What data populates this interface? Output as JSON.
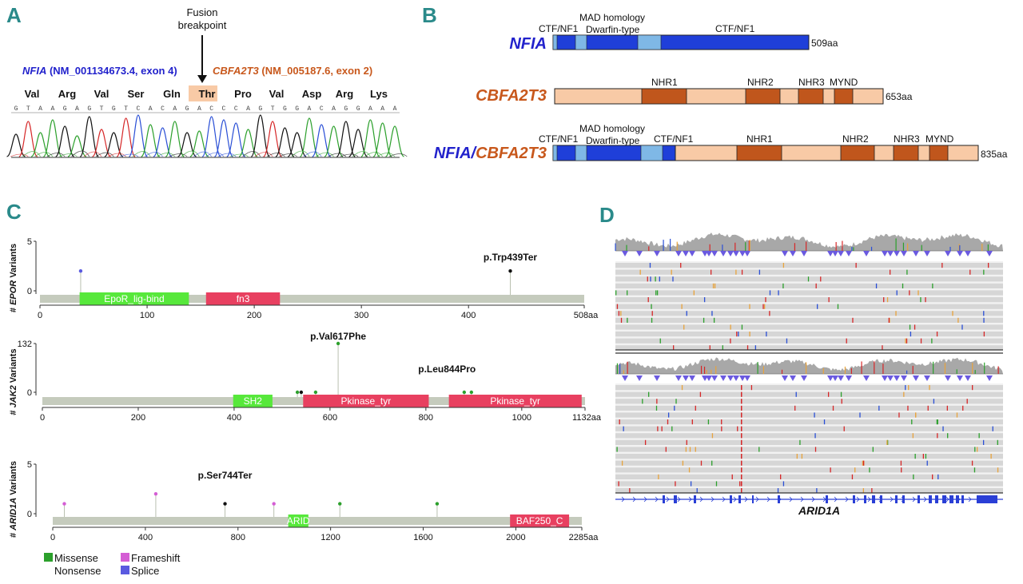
{
  "panel_letters": {
    "A": "A",
    "B": "B",
    "C": "C",
    "D": "D"
  },
  "colors": {
    "nfia_blue": "#2222cc",
    "cbfa_orange": "#c8581c",
    "nfia_domain": "#1f3fd9",
    "nfia_light": "#7fb8e6",
    "cbfa_domain": "#f8caa6",
    "cbfa_nhr": "#c0561c",
    "missense": "#2ca02c",
    "frameshift": "#d45dd4",
    "splice": "#5a5ae0",
    "nonsense": "#111111",
    "lollipop_backbone": "#c5cbbd",
    "green_domain": "#57e83b",
    "red_domain": "#e84060"
  },
  "panelA": {
    "breakpoint_label_1": "Fusion",
    "breakpoint_label_2": "breakpoint",
    "left_gene": "NFIA",
    "left_detail": " (NM_001134673.4, exon 4)",
    "right_gene": "CBFA2T3",
    "right_detail": " (NM_005187.6, exon 2)",
    "amino_acids": [
      "Val",
      "Arg",
      "Val",
      "Ser",
      "Gln",
      "Thr",
      "Pro",
      "Val",
      "Asp",
      "Arg",
      "Lys"
    ],
    "highlight_index": 5,
    "sequence": "GTAAGAGTGTCACAGACCCAGTGGACAGGAAA"
  },
  "panelB": {
    "nfia": {
      "name": "NFIA",
      "length_label": "509aa",
      "labels": [
        "CTF/NF1",
        "MAD homology",
        "Dwarfin-type",
        "CTF/NF1"
      ]
    },
    "cbfa": {
      "name": "CBFA2T3",
      "length_label": "653aa",
      "labels": [
        "NHR1",
        "NHR2",
        "NHR3",
        "MYND"
      ]
    },
    "fusion": {
      "name_left": "NFIA",
      "name_sep": "/",
      "name_right": "CBFA2T3",
      "length_label": "835aa",
      "labels": [
        "CTF/NF1",
        "MAD homology",
        "Dwarfin-type",
        "CTF/NF1",
        "NHR1",
        "NHR2",
        "NHR3",
        "MYND"
      ]
    }
  },
  "panelC": {
    "epor": {
      "ylabel_prefix": "# ",
      "gene": "EPOR",
      "ylabel_suffix": " Variants",
      "ymax_label": "5",
      "ymin_label": "0",
      "length": 508,
      "length_label": "508aa",
      "ticks": [
        0,
        100,
        200,
        300,
        400
      ],
      "domains": [
        {
          "name": "EpoR_lig-bind",
          "start": 37,
          "end": 139,
          "color": "green"
        },
        {
          "name": "fn3",
          "start": 155,
          "end": 224,
          "color": "red"
        }
      ],
      "variants": [
        {
          "pos": 38,
          "count": 2,
          "type": "splice"
        },
        {
          "pos": 439,
          "count": 2,
          "type": "nonsense",
          "label": "p.Trp439Ter"
        }
      ]
    },
    "jak2": {
      "ylabel_prefix": "# ",
      "gene": "JAK2",
      "ylabel_suffix": " Variants",
      "ymax_label": "132",
      "ymin_label": "0",
      "length": 1132,
      "length_label": "1132aa",
      "ticks": [
        0,
        200,
        400,
        600,
        800,
        1000
      ],
      "domains": [
        {
          "name": "SH2",
          "start": 398,
          "end": 480,
          "color": "green"
        },
        {
          "name": "Pkinase_tyr",
          "start": 544,
          "end": 806,
          "color": "red"
        },
        {
          "name": "Pkinase_tyr",
          "start": 848,
          "end": 1125,
          "color": "red"
        }
      ],
      "variants": [
        {
          "pos": 532,
          "count": 0,
          "type": "missense"
        },
        {
          "pos": 540,
          "count": 0,
          "type": "nonsense"
        },
        {
          "pos": 570,
          "count": 0,
          "type": "missense"
        },
        {
          "pos": 617,
          "count": 132,
          "type": "missense",
          "label": "p.Val617Phe"
        },
        {
          "pos": 880,
          "count": 0,
          "type": "missense"
        },
        {
          "pos": 895,
          "count": 0,
          "type": "missense"
        },
        {
          "pos": 844,
          "count": 0,
          "type": "none",
          "label": "p.Leu844Pro"
        }
      ]
    },
    "arid1a": {
      "ylabel_prefix": "# ",
      "gene": "ARID1A",
      "ylabel_suffix": " Variants",
      "ymax_label": "5",
      "ymin_label": "0",
      "length": 2285,
      "length_label": "2285aa",
      "ticks": [
        0,
        400,
        800,
        1200,
        1600,
        2000
      ],
      "domains": [
        {
          "name": "ARID",
          "start": 1017,
          "end": 1104,
          "color": "green"
        },
        {
          "name": "BAF250_C",
          "start": 1975,
          "end": 2230,
          "color": "red"
        }
      ],
      "variants": [
        {
          "pos": 50,
          "count": 1,
          "type": "frameshift"
        },
        {
          "pos": 445,
          "count": 2,
          "type": "frameshift"
        },
        {
          "pos": 744,
          "count": 1,
          "type": "nonsense",
          "label": "p.Ser744Ter"
        },
        {
          "pos": 955,
          "count": 1,
          "type": "frameshift"
        },
        {
          "pos": 1240,
          "count": 1,
          "type": "missense"
        },
        {
          "pos": 1660,
          "count": 1,
          "type": "missense"
        }
      ]
    },
    "legend": [
      {
        "label": "Missense",
        "type": "missense"
      },
      {
        "label": "Frameshift",
        "type": "frameshift"
      },
      {
        "label": "Nonsense",
        "type": "nonsense"
      },
      {
        "label": "Splice",
        "type": "splice"
      }
    ]
  },
  "panelD": {
    "gene_label": "ARID1A"
  }
}
